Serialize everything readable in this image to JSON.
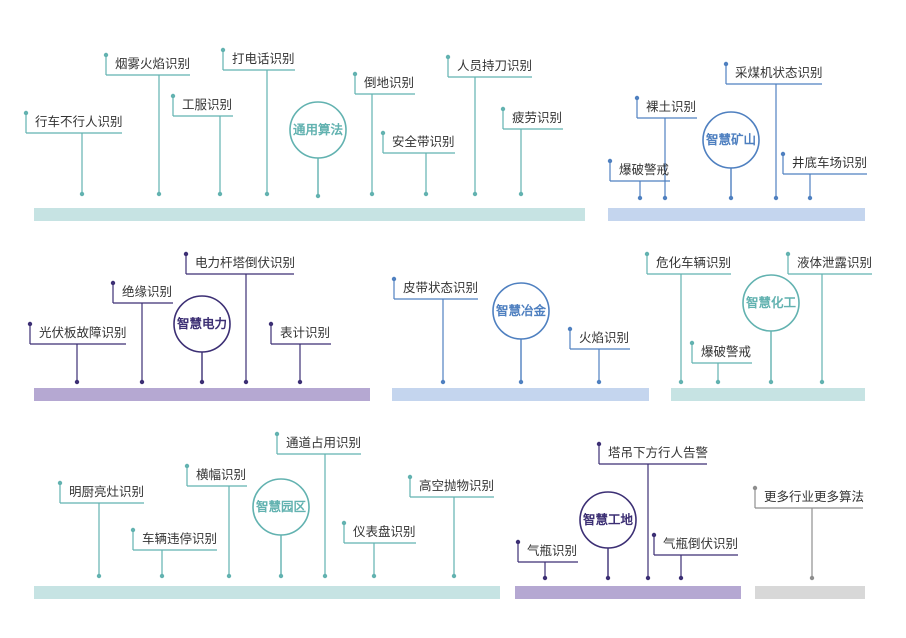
{
  "colors": {
    "teal": "#62B2B0",
    "teal_bar": "#C6E3E3",
    "blue": "#4F80C0",
    "blue_bar": "#C4D5EE",
    "purple": "#3C2F74",
    "purple_bar": "#B5A8D2",
    "gray": "#8E8E8E",
    "gray_bar": "#D8D8D8",
    "text": "#333333"
  },
  "groups": [
    {
      "id": "general",
      "color": "teal",
      "bar_color": "teal_bar",
      "hub": {
        "label": "通用算法"
      },
      "items": [
        {
          "label": "行车不行人识别"
        },
        {
          "label": "烟雾火焰识别"
        },
        {
          "label": "工服识别"
        },
        {
          "label": "打电话识别"
        },
        {
          "label": "倒地识别"
        },
        {
          "label": "安全带识别"
        },
        {
          "label": "人员持刀识别"
        },
        {
          "label": "疲劳识别"
        }
      ]
    },
    {
      "id": "mine",
      "color": "blue",
      "bar_color": "blue_bar",
      "hub": {
        "label": "智慧矿山"
      },
      "items": [
        {
          "label": "爆破警戒"
        },
        {
          "label": "裸土识别"
        },
        {
          "label": "采煤机状态识别"
        },
        {
          "label": "井底车场识别"
        }
      ]
    },
    {
      "id": "power",
      "color": "purple",
      "bar_color": "purple_bar",
      "hub": {
        "label": "智慧电力"
      },
      "items": [
        {
          "label": "光伏板故障识别"
        },
        {
          "label": "绝缘识别"
        },
        {
          "label": "电力杆塔倒伏识别"
        },
        {
          "label": "表计识别"
        }
      ]
    },
    {
      "id": "metallurgy",
      "color": "blue",
      "bar_color": "blue_bar",
      "hub": {
        "label": "智慧冶金"
      },
      "items": [
        {
          "label": "皮带状态识别"
        },
        {
          "label": "火焰识别"
        }
      ]
    },
    {
      "id": "chemical",
      "color": "teal",
      "bar_color": "teal_bar",
      "hub": {
        "label": "智慧化工"
      },
      "items": [
        {
          "label": "危化车辆识别"
        },
        {
          "label": "爆破警戒"
        },
        {
          "label": "液体泄露识别"
        }
      ]
    },
    {
      "id": "park",
      "color": "teal",
      "bar_color": "teal_bar",
      "hub": {
        "label": "智慧园区"
      },
      "items": [
        {
          "label": "明厨亮灶识别"
        },
        {
          "label": "车辆违停识别"
        },
        {
          "label": "横幅识别"
        },
        {
          "label": "通道占用识别"
        },
        {
          "label": "仪表盘识别"
        },
        {
          "label": "高空抛物识别"
        }
      ]
    },
    {
      "id": "construction",
      "color": "purple",
      "bar_color": "purple_bar",
      "hub": {
        "label": "智慧工地"
      },
      "items": [
        {
          "label": "气瓶识别"
        },
        {
          "label": "塔吊下方行人告警"
        },
        {
          "label": "气瓶倒伏识别"
        }
      ]
    },
    {
      "id": "more",
      "color": "gray",
      "bar_color": "gray_bar",
      "hub": null,
      "items": [
        {
          "label": "更多行业更多算法"
        }
      ]
    }
  ]
}
